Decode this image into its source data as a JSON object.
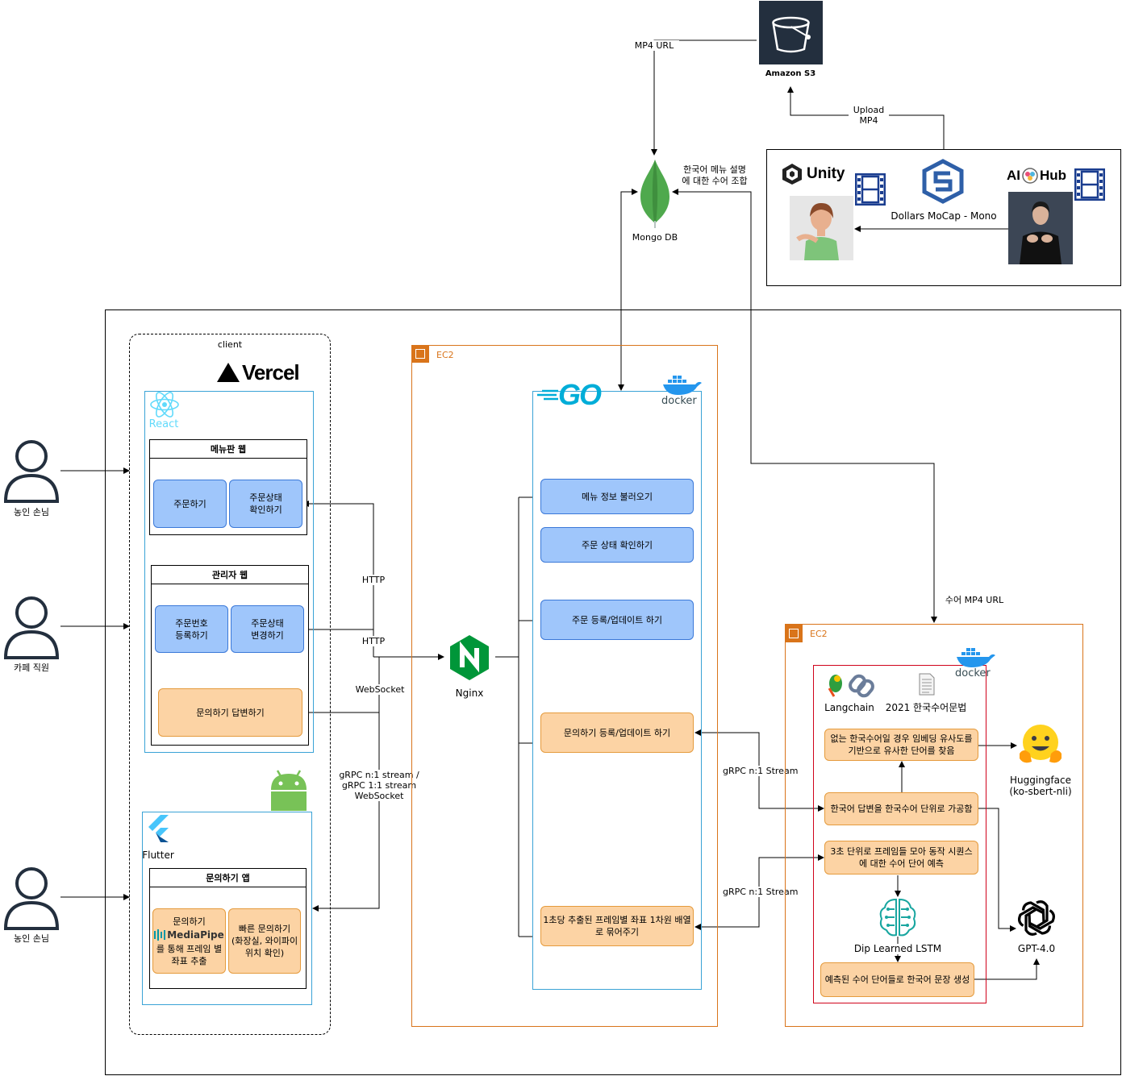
{
  "s3": {
    "label": "Amazon S3"
  },
  "mongodb": {
    "label": "Mongo DB"
  },
  "edges": {
    "mp4_url": "MP4 URL",
    "upload_mp4": "Upload\nMP4",
    "menu_sign": "한국어 메뉴 설명\n에 대한 수어 조합",
    "sign_mp4_url": "수어 MP4 URL",
    "http_1": "HTTP",
    "http_2": "HTTP",
    "websocket": "WebSocket",
    "grpc_client": "gRPC n:1 stream /\ngRPC 1:1 stream\nWebSocket",
    "grpc_stream_1": "gRPC n:1 Stream",
    "grpc_stream_2": "gRPC n:1 Stream"
  },
  "sources": {
    "unity": "Unity",
    "dollars": "Dollars MoCap - Mono",
    "aihub_ai": "AI",
    "aihub_hub": "Hub"
  },
  "users": [
    {
      "label": "농인 손님"
    },
    {
      "label": "카페 직원"
    },
    {
      "label": "농인 손님"
    }
  ],
  "client": {
    "title": "client",
    "vercel": "Vercel",
    "react": "React",
    "menu_web": {
      "title": "메뉴판 웹",
      "order": "주문하기",
      "status": "주문상태\n확인하기"
    },
    "admin_web": {
      "title": "관리자 웹",
      "register": "주문번호\n등록하기",
      "change": "주문상태\n변경하기",
      "answer": "문의하기 답변하기"
    },
    "flutter": "Flutter",
    "inquiry_app": {
      "title": "문의하기 앱",
      "inquiry_top": "문의하기",
      "mediapipe": "MediaPipe",
      "inquiry_bottom": "를 통해 프레임 별\n좌표 추출",
      "quick": "빠른 문의하기\n(화장실, 와이파이\n위치 확인)"
    }
  },
  "ec2_left": {
    "label": "EC2",
    "nginx": "Nginx",
    "go": "GO",
    "docker": "docker",
    "menu_info": "메뉴 정보 불러오기",
    "order_status": "주문 상태 확인하기",
    "order_register": "주문 등록/업데이트 하기",
    "inquiry_register": "문의하기 등록/업데이트 하기",
    "frames": "1초당 추출된 프레임별 좌표 1차원 배열\n로 묶어주기"
  },
  "ec2_right": {
    "label": "EC2",
    "docker": "docker",
    "langchain": "Langchain",
    "grammar": "2021 한국수어문법",
    "similar": "없는 한국수어일 경우 임베딩 유사도를\n기반으로 유사한 단어를 찾음",
    "translate": "한국어 답변을 한국수어 단위로 가공함",
    "predict": "3초 단위로 프레임들 모아 동작 시퀀스\n에 대한 수어 단어 예측",
    "lstm": "Dip Learned LSTM",
    "sentence": "예측된 수어 단어들로 한국어 문장 생성",
    "huggingface": "Huggingface\n(ko-sbert-nli)",
    "gpt": "GPT-4.0"
  },
  "colors": {
    "blue_fill": "#9fc6fb",
    "orange_fill": "#fcd3a4",
    "ec2_orange": "#d9741a",
    "react_cyan": "#61dafb",
    "docker_blue": "#2496ed",
    "nginx_green": "#009639",
    "mongo_green": "#4fa94d",
    "gpt_black": "#000000",
    "red_border": "#d0021b"
  }
}
